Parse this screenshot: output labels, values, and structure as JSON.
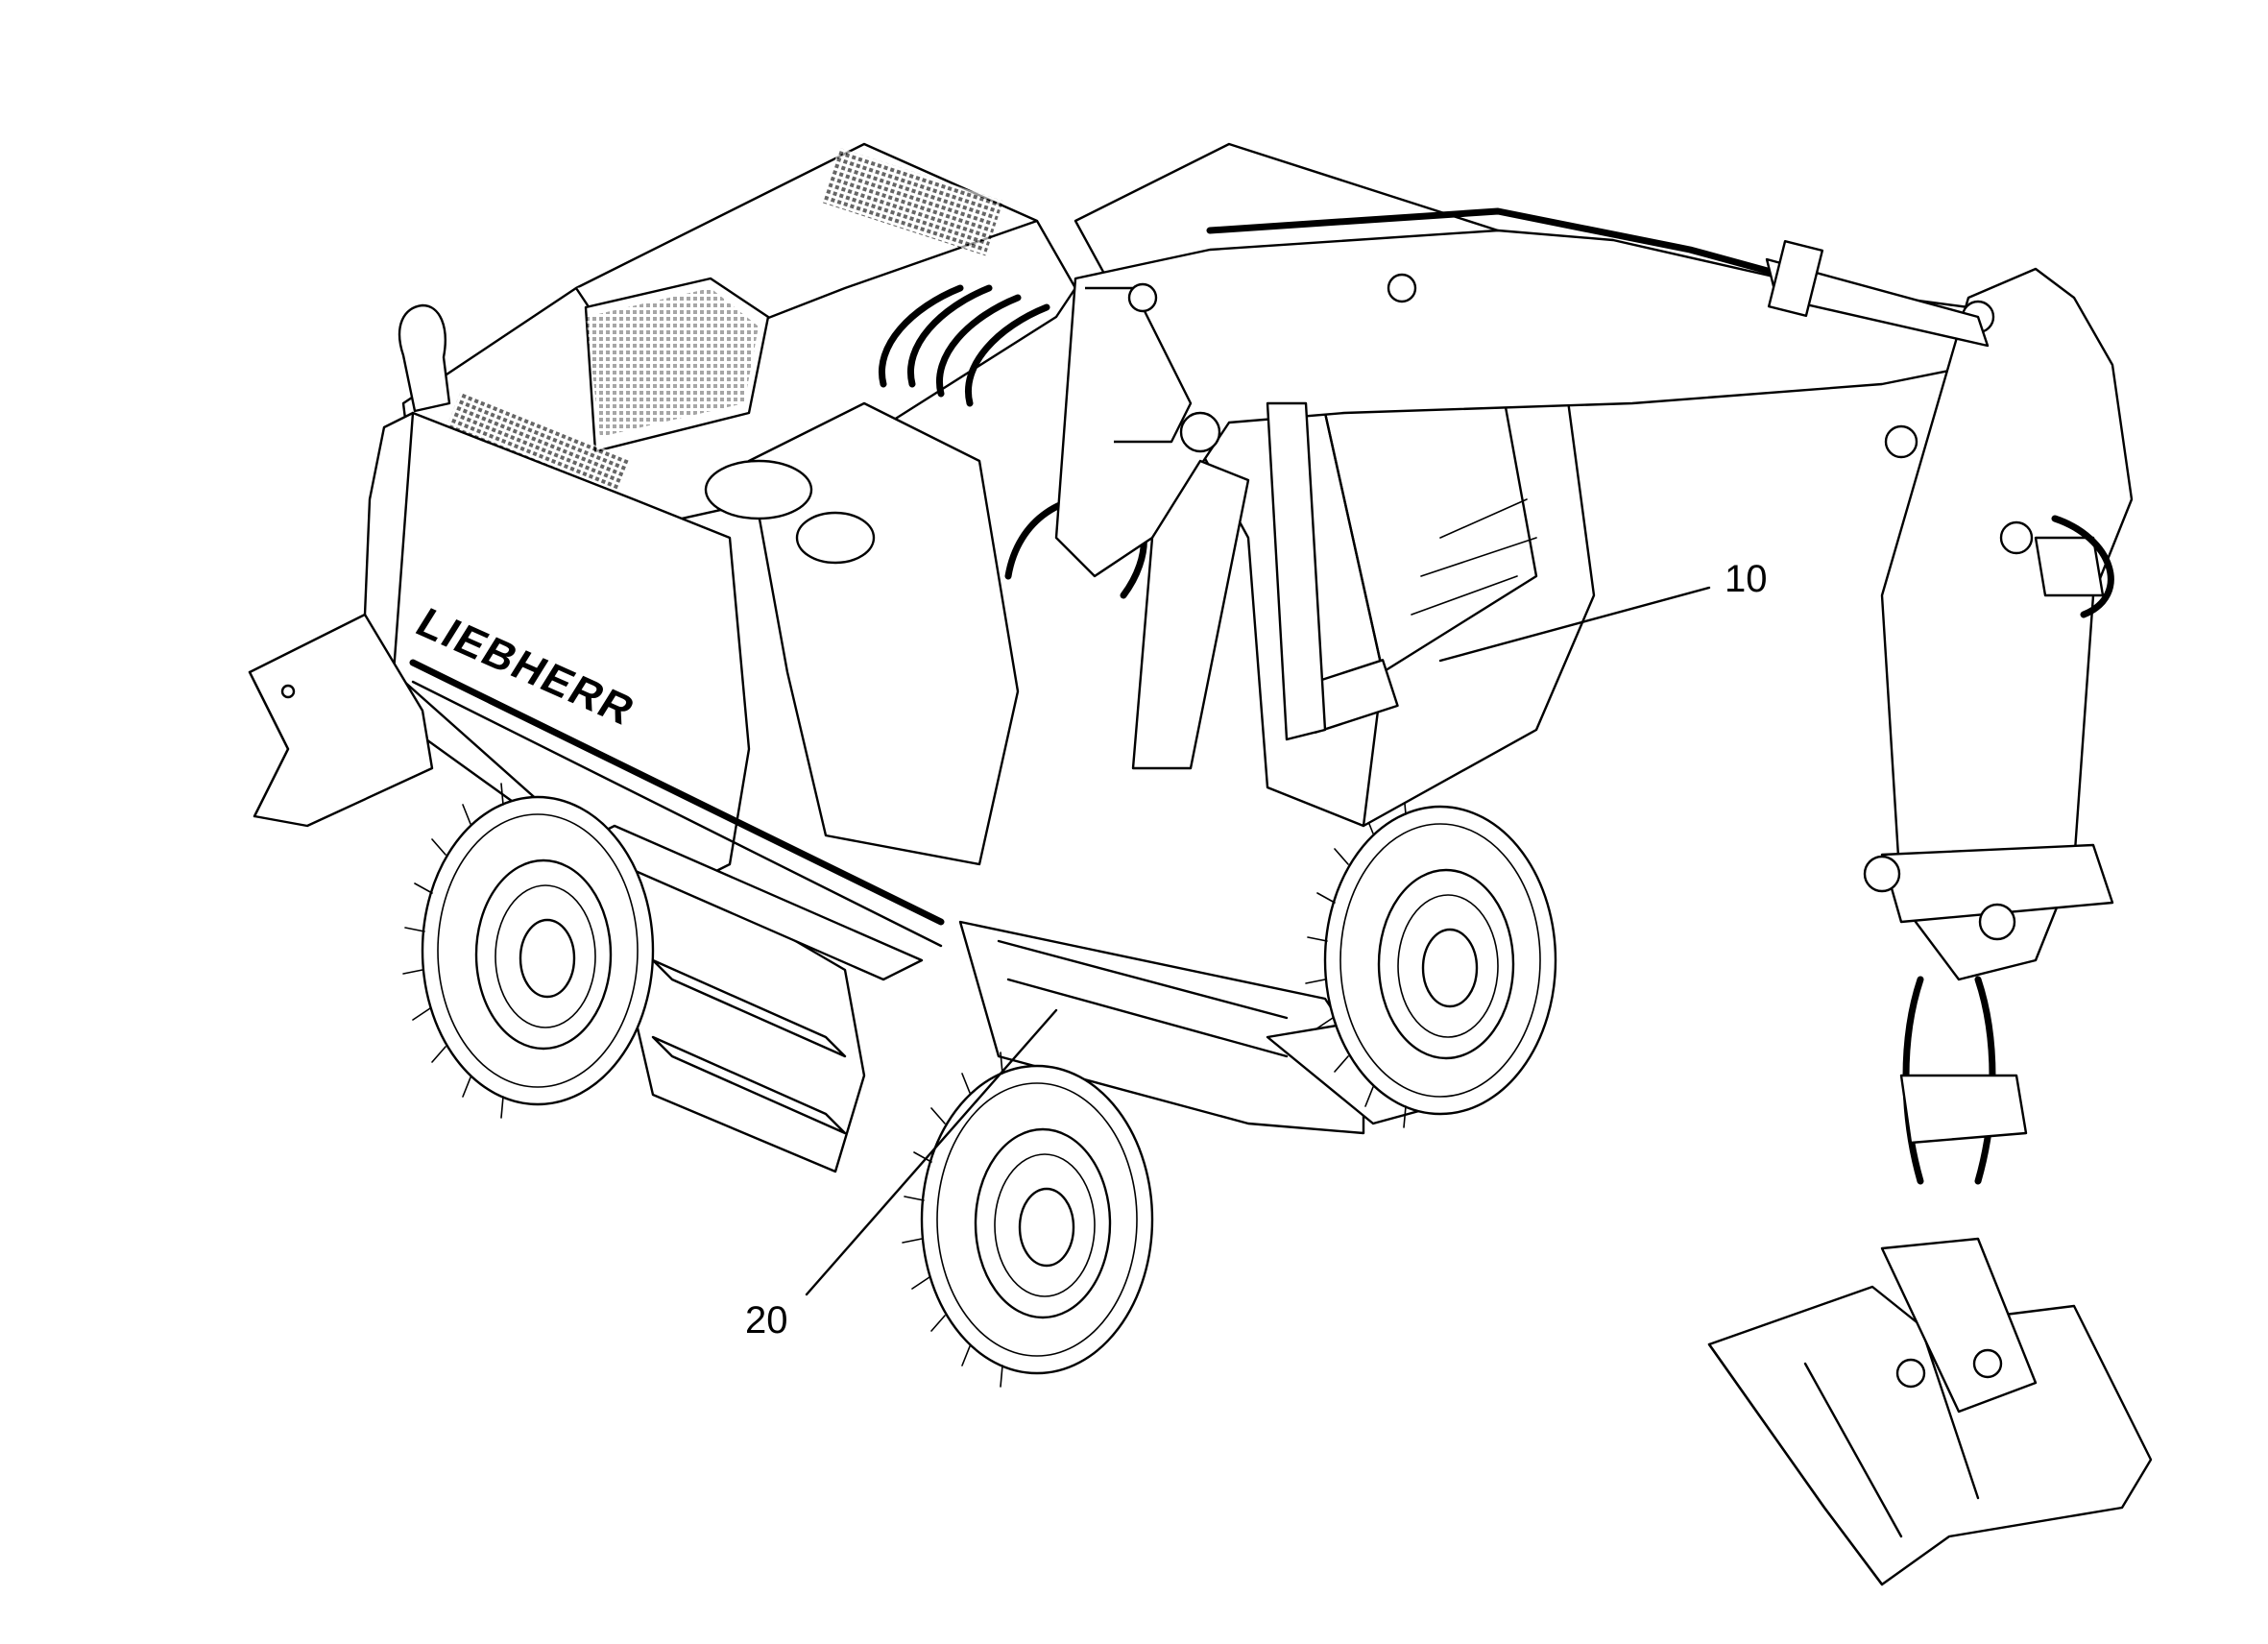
{
  "brand": {
    "label": "LIEBHERR"
  },
  "callouts": [
    {
      "id": "10",
      "label": "10"
    },
    {
      "id": "20",
      "label": "20"
    }
  ],
  "colors": {
    "line": "#000000",
    "background": "#ffffff"
  }
}
